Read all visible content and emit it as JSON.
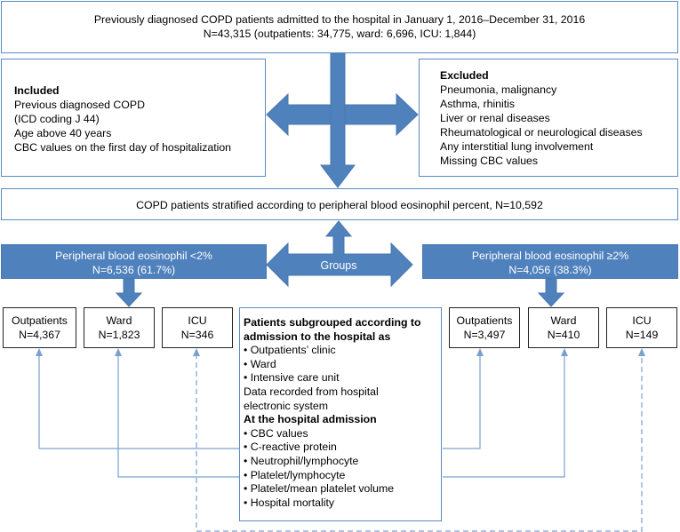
{
  "colors": {
    "box_border": "#5b8ac4",
    "arrow_fill": "#4f81bd",
    "connector": "#7aa0cf"
  },
  "top": {
    "line1": "Previously diagnosed COPD patients admitted to the hospital in January 1, 2016–December 31, 2016",
    "line2": "N=43,315 (outpatients: 34,775, ward: 6,696, ICU: 1,844)"
  },
  "included": {
    "title": "Included",
    "items": [
      "Previous diagnosed COPD",
      "(ICD coding J 44)",
      "Age above 40 years",
      "CBC values on the first day of hospitalization"
    ]
  },
  "excluded": {
    "title": "Excluded",
    "items": [
      "Pneumonia, malignancy",
      "Asthma, rhinitis",
      "Liver or renal diseases",
      "Rheumatological or neurological diseases",
      "Any interstitial lung involvement",
      "Missing CBC values"
    ]
  },
  "stratified": "COPD patients stratified according to peripheral blood eosinophil percent, N=10,592",
  "groups_label": "Groups",
  "low_group": {
    "line1": "Peripheral blood eosinophil <2%",
    "line2": "N=6,536 (61.7%)"
  },
  "high_group": {
    "line1": "Peripheral blood eosinophil ≥2%",
    "line2": "N=4,056 (38.3%)"
  },
  "low_sub": [
    {
      "label": "Outpatients",
      "n": "N=4,367"
    },
    {
      "label": "Ward",
      "n": "N=1,823"
    },
    {
      "label": "ICU",
      "n": "N=346"
    }
  ],
  "high_sub": [
    {
      "label": "Outpatients",
      "n": "N=3,497"
    },
    {
      "label": "Ward",
      "n": "N=410"
    },
    {
      "label": "ICU",
      "n": "N=149"
    }
  ],
  "center": {
    "title1": "Patients subgrouped according to",
    "title2": "admission to the hospital as",
    "admission_items": [
      "Outpatients’ clinic",
      "Ward",
      "Intensive care unit"
    ],
    "data_line1": "Data recorded from hospital",
    "data_line2": "electronic system",
    "at_admission": "At the hospital admission",
    "measure_items": [
      "CBC values",
      "C-reactive protein",
      "Neutrophil/lymphocyte",
      "Platelet/lymphocyte",
      "Platelet/mean platelet volume",
      "Hospital mortality"
    ]
  }
}
